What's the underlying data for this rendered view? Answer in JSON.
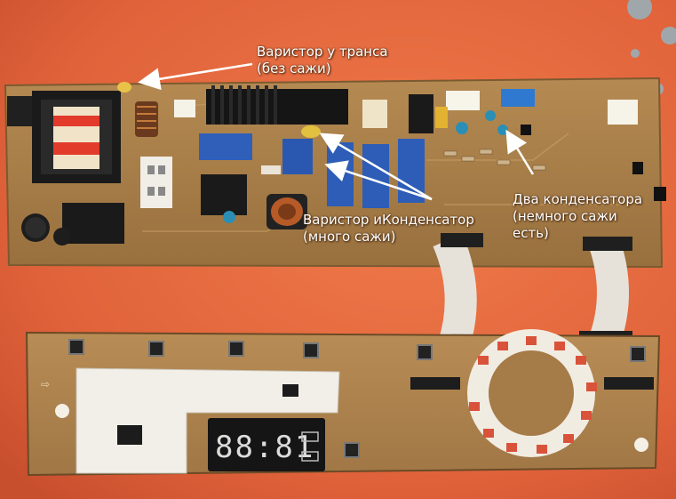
{
  "photo": {
    "annotations": [
      {
        "lines": [
          "Варистор у транса",
          "(без сажи)"
        ]
      },
      {
        "lines": [
          "Варистор иКонденсатор",
          "(много сажи)"
        ]
      },
      {
        "lines": [
          "Два конденсатора",
          "(немного сажи",
          "есть)"
        ]
      }
    ],
    "display_readout": "88:81",
    "colors": {
      "background": "#e8683c",
      "pcb": "#a57a46",
      "arrow": "#ffffff"
    }
  }
}
